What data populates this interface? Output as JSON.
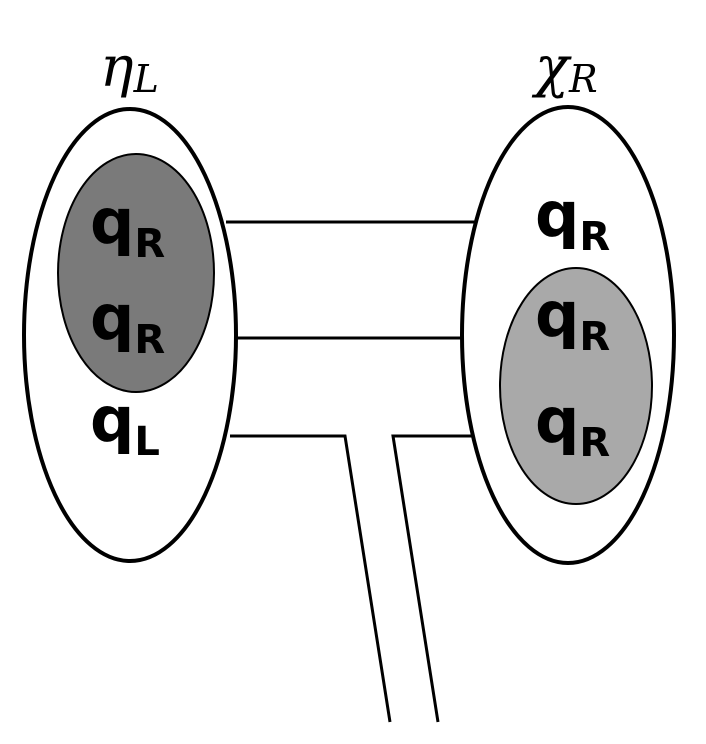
{
  "left_hadron": {
    "label_main": "η",
    "label_sub": "L",
    "diquark_color": "#7a7a7a",
    "quarks": [
      {
        "main": "q",
        "sub": "R"
      },
      {
        "main": "q",
        "sub": "R"
      },
      {
        "main": "q",
        "sub": "L"
      }
    ]
  },
  "right_hadron": {
    "label_main": "χ",
    "label_sub": "R",
    "diquark_color": "#a9a9a9",
    "quarks": [
      {
        "main": "q",
        "sub": "R"
      },
      {
        "main": "q",
        "sub": "R"
      },
      {
        "main": "q",
        "sub": "R"
      }
    ]
  }
}
